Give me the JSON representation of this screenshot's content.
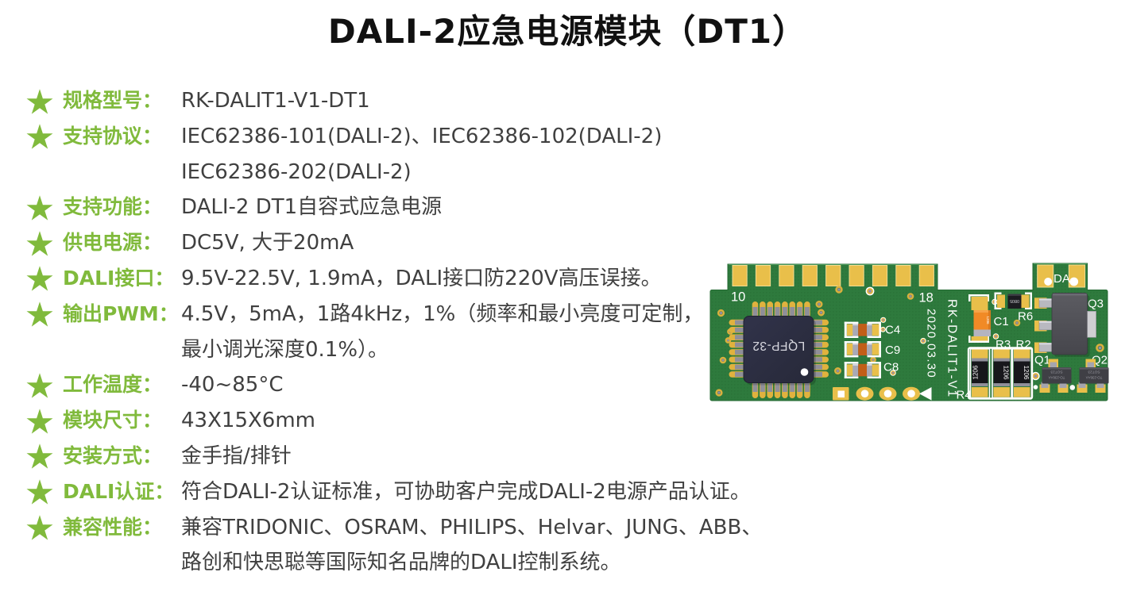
{
  "title": "DALI-2应急电源模块（DT1）",
  "colors": {
    "accent_green": "#80ba3c",
    "value_text": "#404040",
    "title_text": "#111111",
    "board_green": "#2e7a3d",
    "pad_gold": "#e9bf4a",
    "silkscreen_white": "#ffffff"
  },
  "star_icon": "★",
  "specs": [
    {
      "label": "规格型号：",
      "lines": [
        "RK-DALIT1-V1-DT1"
      ]
    },
    {
      "label": "支持协议：",
      "lines": [
        "IEC62386-101(DALI-2)、IEC62386-102(DALI-2)",
        "IEC62386-202(DALI-2)"
      ]
    },
    {
      "label": "支持功能：",
      "lines": [
        "DALI-2 DT1自容式应急电源"
      ]
    },
    {
      "label": "供电电源：",
      "lines": [
        "DC5V, 大于20mA"
      ]
    },
    {
      "label": "DALI接口：",
      "lines": [
        "9.5V-22.5V, 1.9mA，DALI接口防220V高压误接。"
      ]
    },
    {
      "label": "输出PWM：",
      "lines": [
        "4.5V，5mA，1路4kHz，1%（频率和最小亮度可定制，",
        "最小调光深度0.1%）。"
      ]
    },
    {
      "label": "工作温度：",
      "lines": [
        "-40~85°C"
      ]
    },
    {
      "label": "模块尺寸：",
      "lines": [
        "43X15X6mm"
      ]
    },
    {
      "label": "安装方式：",
      "lines": [
        "金手指/排针"
      ]
    },
    {
      "label": "DALI认证：",
      "lines": [
        "符合DALI-2认证标准，可协助客户完成DALI-2电源产品认证。"
      ]
    },
    {
      "label": "兼容性能：",
      "lines": [
        "兼容TRIDONIC、OSRAM、PHILIPS、Helvar、JUNG、ABB、",
        "路创和快思聪等国际知名品牌的DALI控制系统。"
      ]
    }
  ],
  "pcb": {
    "silkscreen": {
      "pin10": "10",
      "pin18": "18",
      "model": "RK-DALIT1-V1",
      "date": "2020.03.30",
      "c4": "C4",
      "c9": "C9",
      "c8": "C8",
      "c1": "C1",
      "r6": "R6",
      "r3": "R3",
      "r2": "R2",
      "r4": "R4",
      "q1": "Q1",
      "q2": "Q2",
      "q3": "Q3",
      "da": "DA"
    },
    "chip_label": "LQFP-32",
    "resistor_code": "1206",
    "r6_code": "0805",
    "sot_code_line1": "SOT23",
    "sot_code_line2": "TO-236AA"
  }
}
